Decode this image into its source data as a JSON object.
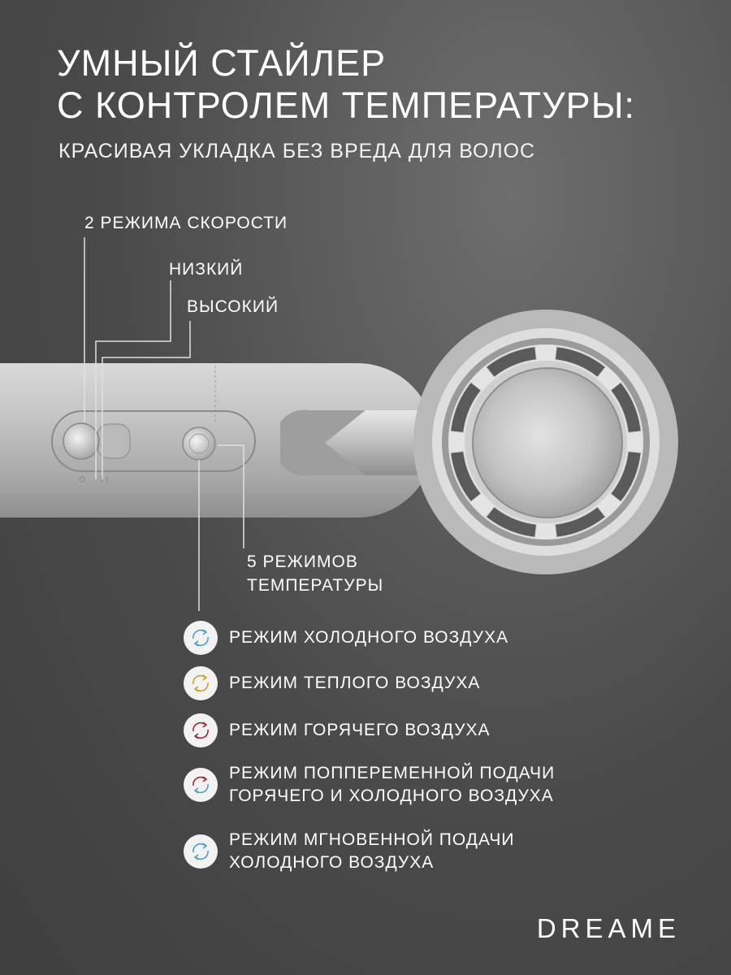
{
  "header": {
    "title_line1": "УМНЫЙ СТАЙЛЕР",
    "title_line2": "С КОНТРОЛЕМ ТЕМПЕРАТУРЫ:",
    "subtitle": "КРАСИВАЯ УКЛАДКА БЕЗ ВРЕДА ДЛЯ ВОЛОС"
  },
  "callouts": {
    "speed_modes": "2 РЕЖИМА СКОРОСТИ",
    "low": "НИЗКИЙ",
    "high": "ВЫСОКИЙ",
    "temp_modes_line1": "5 РЕЖИМОВ",
    "temp_modes_line2": "ТЕМПЕРАТУРЫ"
  },
  "modes": [
    {
      "line1": "РЕЖИМ ХОЛОДНОГО ВОЗДУХА",
      "line2": "",
      "icon": "cold-air-cycle-icon",
      "colors": [
        "#4aa3c4",
        "#4aa3c4"
      ]
    },
    {
      "line1": "РЕЖИМ ТЕПЛОГО ВОЗДУХА",
      "line2": "",
      "icon": "warm-air-cycle-icon",
      "colors": [
        "#c9a227",
        "#c9a227"
      ]
    },
    {
      "line1": "РЕЖИМ ГОРЯЧЕГО ВОЗДУХА",
      "line2": "",
      "icon": "hot-air-cycle-icon",
      "colors": [
        "#9b2d3a",
        "#9b2d3a"
      ]
    },
    {
      "line1": "РЕЖИМ ПОППЕРЕМЕННОЙ ПОДАЧИ",
      "line2": "ГОРЯЧЕГО И ХОЛОДНОГО ВОЗДУХА",
      "icon": "alternating-air-cycle-icon",
      "colors": [
        "#9b2d3a",
        "#4aa3c4"
      ]
    },
    {
      "line1": "РЕЖИМ МГНОВЕННОЙ ПОДАЧИ",
      "line2": "ХОЛОДНОГО ВОЗДУХА",
      "icon": "instant-cold-air-cycle-icon",
      "colors": [
        "#4aa3c4",
        "#4aa3c4"
      ]
    }
  ],
  "brand": "DREAME",
  "colors": {
    "background": "#4a4a4a",
    "text": "#ffffff",
    "icon_bg": "#f2f2f2"
  }
}
